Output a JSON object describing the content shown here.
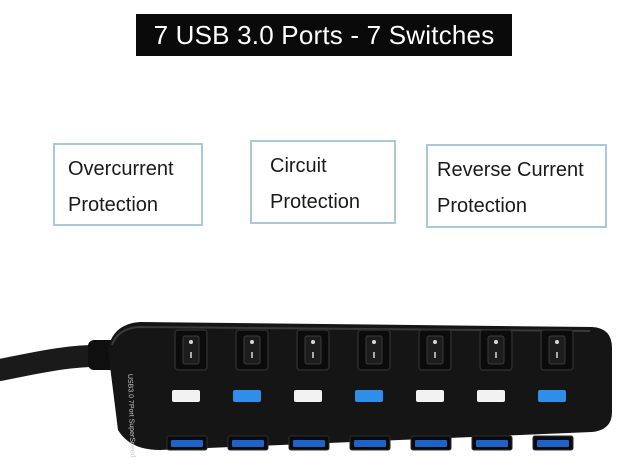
{
  "banner": {
    "title": "7 USB 3.0 Ports - 7 Switches"
  },
  "features": [
    {
      "line1": "Overcurrent",
      "line2": "Protection"
    },
    {
      "line1": "Circuit",
      "line2": "Protection"
    },
    {
      "line1": "Reverse Current",
      "line2": "Protection"
    }
  ],
  "hub": {
    "printed_label": "USB3.0 7Port SuperSpeed",
    "switch_count": 7,
    "port_count": 7,
    "led_colors": [
      "#f2f2f2",
      "#2f8ee8",
      "#f2f2f2",
      "#2f8ee8",
      "#f2f2f2",
      "#f2f2f2",
      "#2f8ee8"
    ],
    "body_color": "#141414",
    "port_color": "#1f63c9"
  }
}
